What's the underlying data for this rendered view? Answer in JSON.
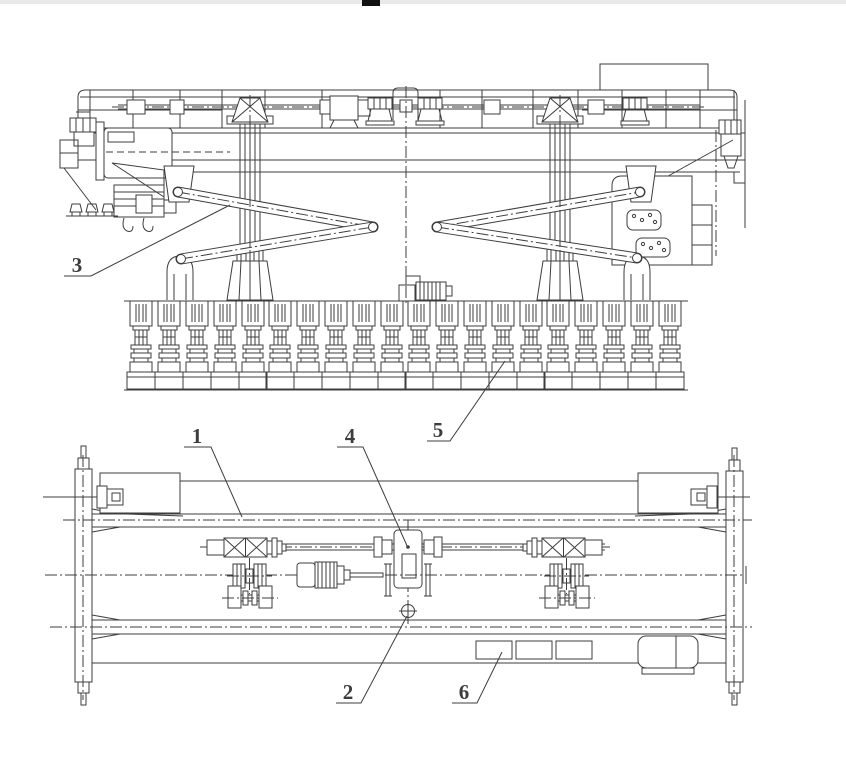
{
  "callouts": [
    {
      "label": "1"
    },
    {
      "label": "2"
    },
    {
      "label": "3"
    },
    {
      "label": "4"
    },
    {
      "label": "5"
    },
    {
      "label": "6"
    }
  ],
  "colors": {
    "background": "#ffffff",
    "line": "#3d3d3d",
    "top_strip": "#e9e9e9",
    "top_tab": "#111111"
  }
}
